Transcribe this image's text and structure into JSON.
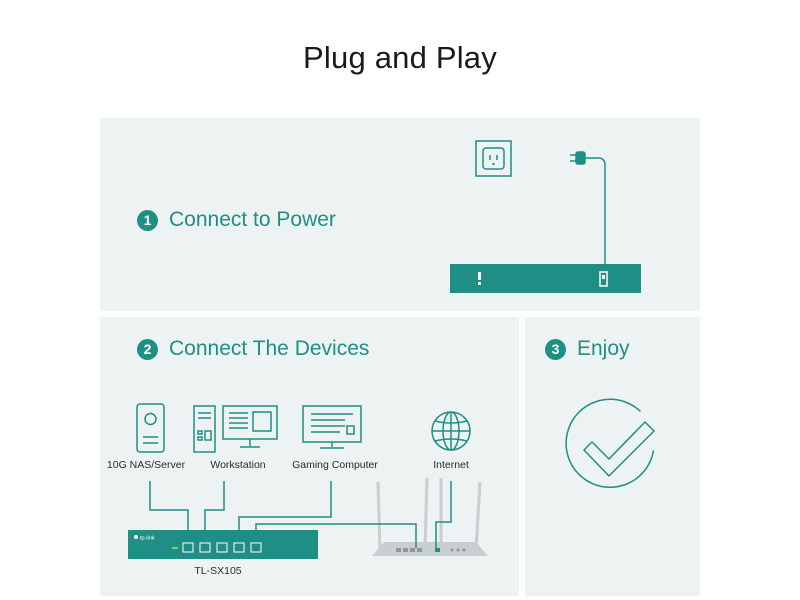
{
  "title": "Plug and Play",
  "steps": [
    {
      "number": "1",
      "label": "Connect to Power"
    },
    {
      "number": "2",
      "label": "Connect  The Devices"
    },
    {
      "number": "3",
      "label": "Enjoy"
    }
  ],
  "devices": {
    "nas": "10G NAS/Server",
    "workstation": "Workstation",
    "gaming": "Gaming Computer",
    "internet": "Internet"
  },
  "switch": {
    "model": "TL-SX105",
    "brand": "tp-link"
  },
  "colors": {
    "teal": "#1f8f85",
    "panel": "#edf2f2",
    "router": "#c9cfd1"
  },
  "icons": [
    "power-outlet-icon",
    "power-plug-icon",
    "nas-icon",
    "workstation-icon",
    "gaming-computer-icon",
    "globe-icon",
    "switch-icon",
    "router-icon",
    "checkmark-icon"
  ]
}
